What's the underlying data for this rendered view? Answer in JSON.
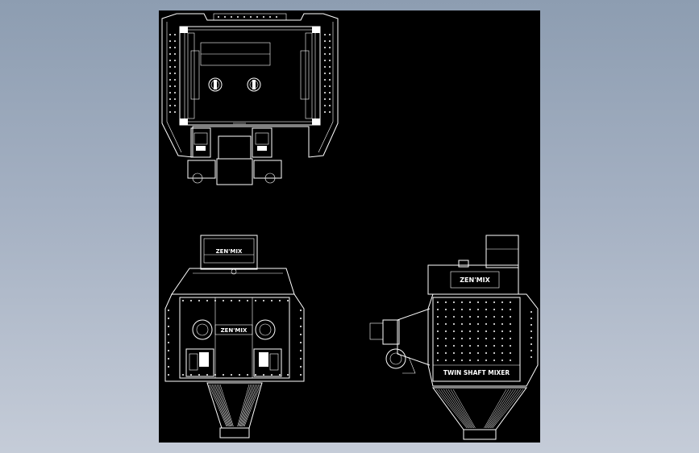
{
  "drawing": {
    "background": "#000000",
    "line_color": "#ffffff",
    "frame_gradient": [
      "#8d9db1",
      "#c5ccd8"
    ]
  },
  "front_view": {
    "logo_text": "ZEN'MIX"
  },
  "side_view": {
    "nameplate_text": "TWIN SHAFT MIXER",
    "logo_text": "ZEN'MIX"
  }
}
